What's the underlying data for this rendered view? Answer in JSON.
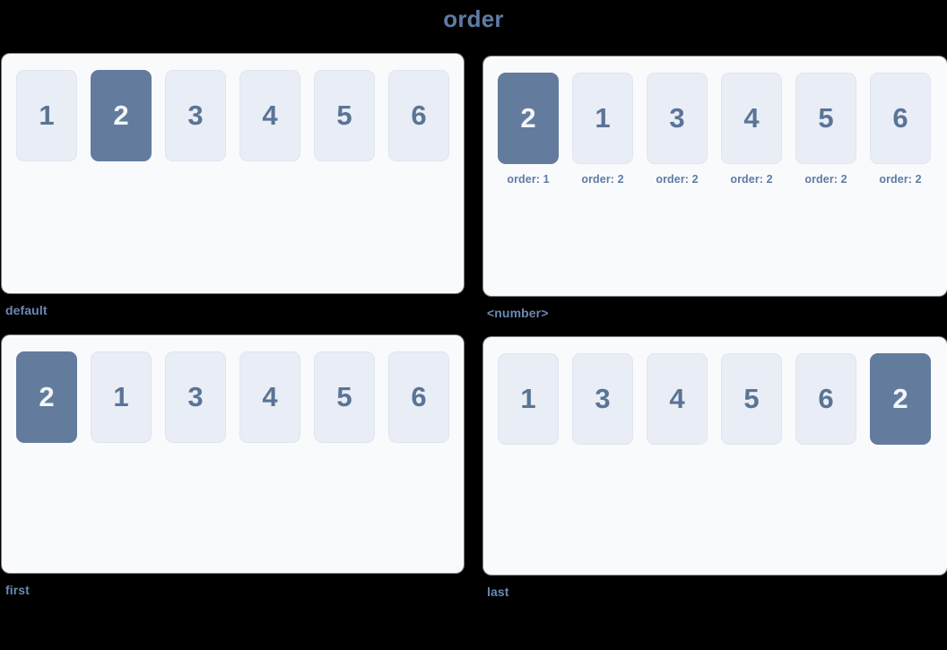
{
  "title": "order",
  "panels": [
    {
      "id": "default",
      "caption": "default",
      "items": [
        {
          "label": "1",
          "highlight": false,
          "note": ""
        },
        {
          "label": "2",
          "highlight": true,
          "note": ""
        },
        {
          "label": "3",
          "highlight": false,
          "note": ""
        },
        {
          "label": "4",
          "highlight": false,
          "note": ""
        },
        {
          "label": "5",
          "highlight": false,
          "note": ""
        },
        {
          "label": "6",
          "highlight": false,
          "note": ""
        }
      ]
    },
    {
      "id": "number",
      "caption": "<number>",
      "items": [
        {
          "label": "2",
          "highlight": true,
          "note": "order: 1"
        },
        {
          "label": "1",
          "highlight": false,
          "note": "order: 2"
        },
        {
          "label": "3",
          "highlight": false,
          "note": "order: 2"
        },
        {
          "label": "4",
          "highlight": false,
          "note": "order: 2"
        },
        {
          "label": "5",
          "highlight": false,
          "note": "order: 2"
        },
        {
          "label": "6",
          "highlight": false,
          "note": "order: 2"
        }
      ]
    },
    {
      "id": "first",
      "caption": "first",
      "items": [
        {
          "label": "2",
          "highlight": true,
          "note": ""
        },
        {
          "label": "1",
          "highlight": false,
          "note": ""
        },
        {
          "label": "3",
          "highlight": false,
          "note": ""
        },
        {
          "label": "4",
          "highlight": false,
          "note": ""
        },
        {
          "label": "5",
          "highlight": false,
          "note": ""
        },
        {
          "label": "6",
          "highlight": false,
          "note": ""
        }
      ]
    },
    {
      "id": "last",
      "caption": "last",
      "items": [
        {
          "label": "1",
          "highlight": false,
          "note": ""
        },
        {
          "label": "3",
          "highlight": false,
          "note": ""
        },
        {
          "label": "4",
          "highlight": false,
          "note": ""
        },
        {
          "label": "5",
          "highlight": false,
          "note": ""
        },
        {
          "label": "6",
          "highlight": false,
          "note": ""
        },
        {
          "label": "2",
          "highlight": true,
          "note": ""
        }
      ]
    }
  ],
  "colors": {
    "background": "#000000",
    "panel": "#f9fafc",
    "item": "#e9edf5",
    "item_border": "#dfe5ef",
    "item_text": "#5a7496",
    "highlight": "#637c9d",
    "highlight_text": "#f3f6fa",
    "caption": "#6b88b3",
    "title": "#5f7ba4"
  }
}
